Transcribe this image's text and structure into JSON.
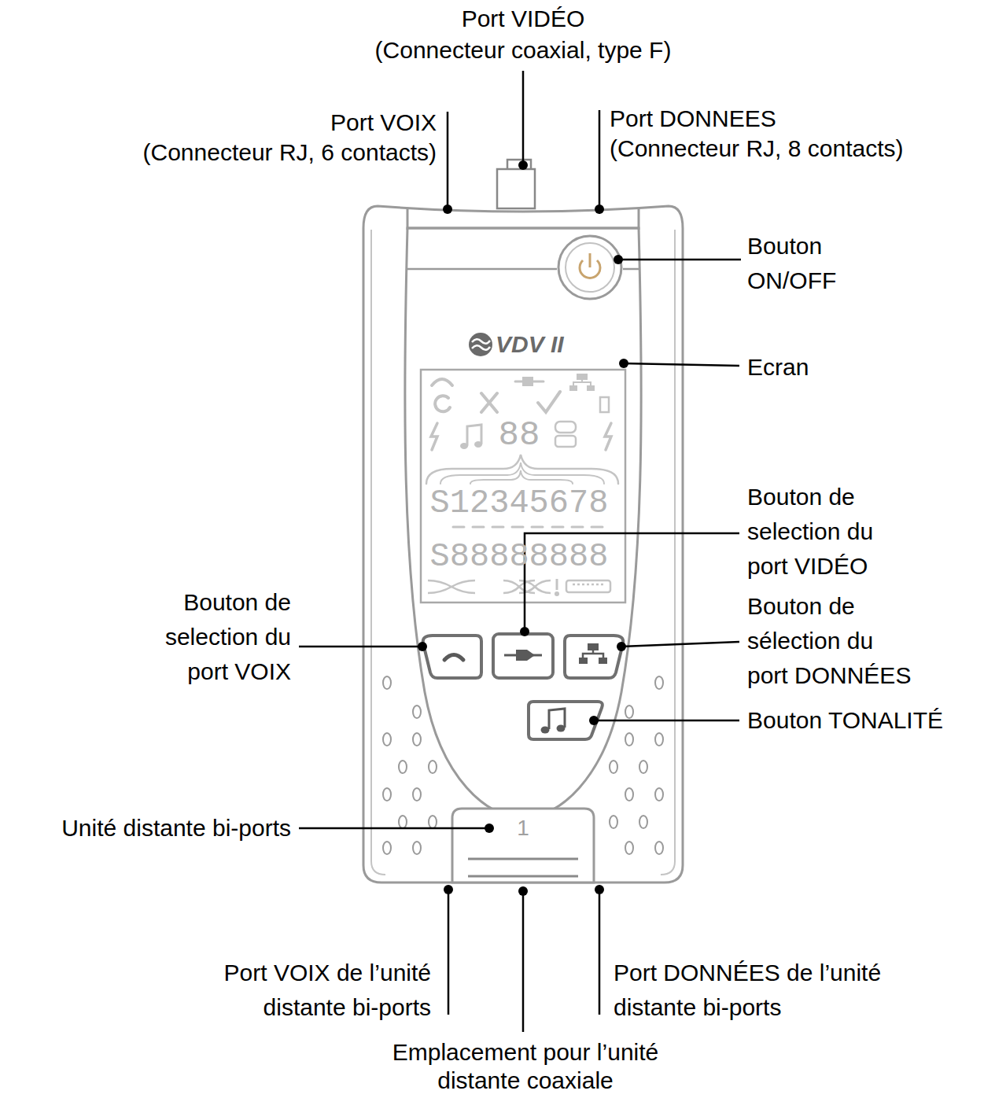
{
  "diagram": {
    "labels": [
      "Port VIDÉO (Connecteur coaxial, type F)",
      "Port VOIX (Connecteur RJ, 6 contacts)",
      "Port DONNEES (Connecteur RJ, 8 contacts)",
      "Bouton ON/OFF",
      "VDV II",
      "Ecran",
      "88",
      "S12345678",
      "S88888888",
      "Bouton de selection du port VIDÉO",
      "Bouton de selection du port VOIX",
      "Bouton de sélection du port DONNÉES",
      "Bouton TONALITÉ",
      "Unité distante bi-ports",
      "1",
      "Port VOIX de l’unité distante bi-ports",
      "Port DONNÉES de l’unité distante bi-ports",
      "Emplacement pour l’unité distante coaxiale"
    ]
  }
}
